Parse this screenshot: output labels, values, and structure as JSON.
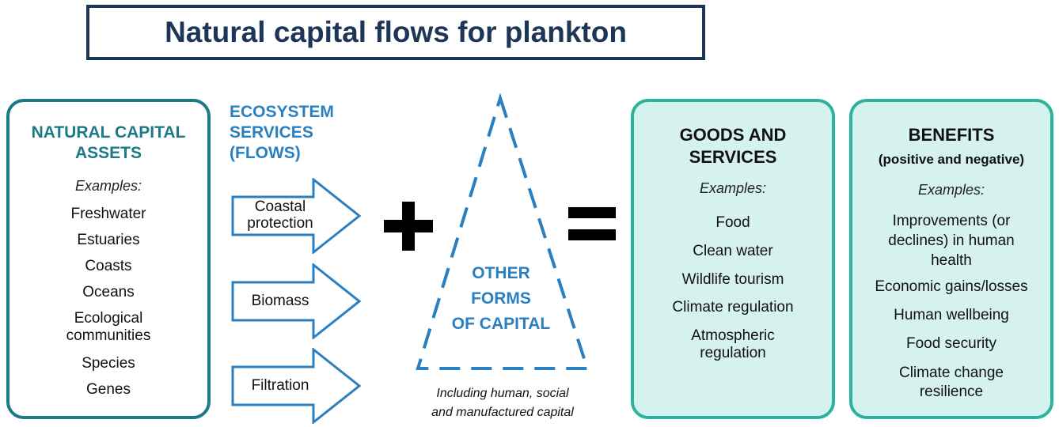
{
  "title": "Natural capital flows for plankton",
  "assets": {
    "heading_line1": "NATURAL CAPITAL",
    "heading_line2": "ASSETS",
    "examples_label": "Examples:",
    "items": [
      "Freshwater",
      "Estuaries",
      "Coasts",
      "Oceans",
      "Ecological communities",
      "Species",
      "Genes"
    ]
  },
  "services": {
    "heading_line1": "ECOSYSTEM",
    "heading_line2": "SERVICES",
    "heading_line3": "(FLOWS)",
    "arrows": [
      "Coastal protection",
      "Biomass",
      "Filtration"
    ]
  },
  "operators": {
    "plus": "+",
    "equals": "="
  },
  "other_capital": {
    "line1": "OTHER",
    "line2": "FORMS",
    "line3": "OF CAPITAL",
    "caption_line1": "Including human, social",
    "caption_line2": "and manufactured capital"
  },
  "goods": {
    "heading_line1": "GOODS AND",
    "heading_line2": "SERVICES",
    "examples_label": "Examples:",
    "items": [
      "Food",
      "Clean water",
      "Wildlife tourism",
      "Climate regulation",
      "Atmospheric regulation"
    ]
  },
  "benefits": {
    "heading": "BENEFITS",
    "subheading": "(positive and negative)",
    "examples_label": "Examples:",
    "items": [
      "Improvements (or declines) in human health",
      "Economic gains/losses",
      "Human wellbeing",
      "Food security",
      "Climate change resilience"
    ]
  },
  "colors": {
    "navy": "#1d3557",
    "teal_dark": "#1a7a85",
    "teal_light": "#2bb39e",
    "mint_fill": "#d6f2ee",
    "blue": "#2a7fc1"
  }
}
